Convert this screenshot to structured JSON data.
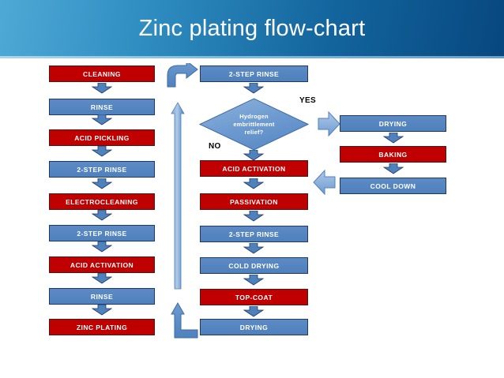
{
  "header": {
    "title": "Zinc plating flow-chart",
    "gradient_from": "#4FA9D6",
    "gradient_to": "#08477F"
  },
  "colors": {
    "red_box": "#C00000",
    "blue_box": "#4F81BD",
    "arrow_blue": "#4F81BD",
    "arrow_light_blue": "#8FB4DC",
    "text_on_box": "#FFFFFF",
    "label_text": "#000000"
  },
  "columns": {
    "left": {
      "name": "main-line-column",
      "steps": [
        {
          "label": "CLEANING",
          "color": "red"
        },
        {
          "label": "RINSE",
          "color": "blue"
        },
        {
          "label": "ACID PICKLING",
          "color": "red"
        },
        {
          "label": "2-STEP RINSE",
          "color": "blue"
        },
        {
          "label": "ELECTROCLEANING",
          "color": "red"
        },
        {
          "label": "2-STEP RINSE",
          "color": "blue"
        },
        {
          "label": "ACID ACTIVATION",
          "color": "red"
        },
        {
          "label": "RINSE",
          "color": "blue"
        },
        {
          "label": "ZINC PLATING",
          "color": "red"
        }
      ]
    },
    "middle": {
      "name": "post-treatment-column",
      "top_step": {
        "label": "2-STEP RINSE",
        "color": "blue"
      },
      "decision": {
        "line1": "Hydrogen",
        "line2": "embrittlement",
        "line3": "relief?",
        "yes_label": "YES",
        "no_label": "NO"
      },
      "steps": [
        {
          "label": "ACID ACTIVATION",
          "color": "red"
        },
        {
          "label": "PASSIVATION",
          "color": "red"
        },
        {
          "label": "2-STEP RINSE",
          "color": "blue"
        },
        {
          "label": "COLD DRYING",
          "color": "blue"
        },
        {
          "label": "TOP-COAT",
          "color": "red"
        },
        {
          "label": "DRYING",
          "color": "blue"
        }
      ]
    },
    "right": {
      "name": "baking-branch-column",
      "steps": [
        {
          "label": "DRYING",
          "color": "blue"
        },
        {
          "label": "BAKING",
          "color": "red"
        },
        {
          "label": "COOL DOWN",
          "color": "blue"
        }
      ]
    }
  }
}
